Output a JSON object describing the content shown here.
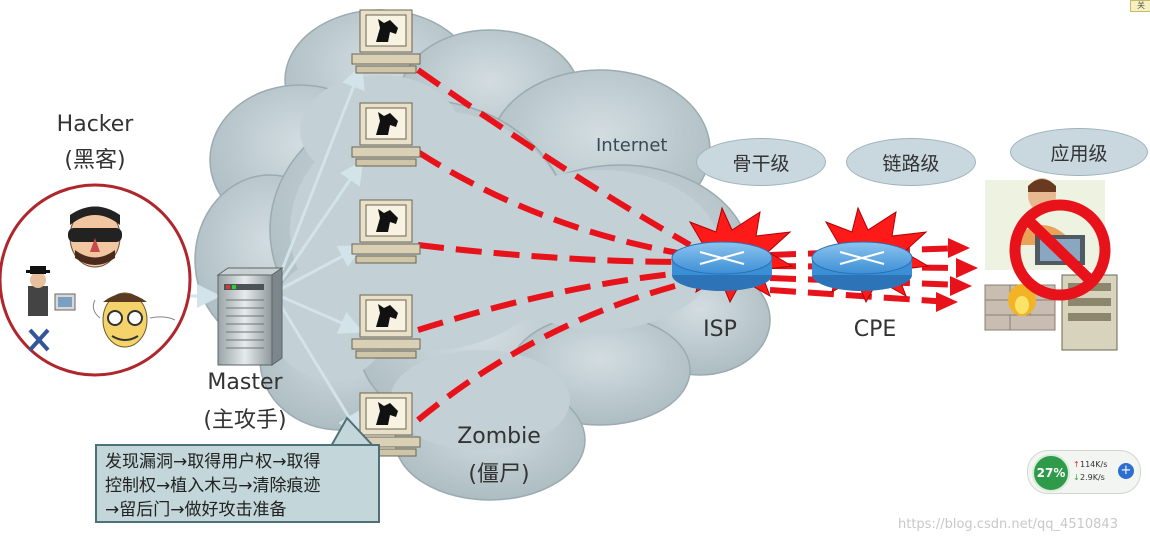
{
  "hacker": {
    "label": "Hacker",
    "sublabel": "(黑客)"
  },
  "master": {
    "label": "Master",
    "sublabel": "(主攻手)"
  },
  "zombie": {
    "label": "Zombie",
    "sublabel": "(僵尸)"
  },
  "internet": {
    "label": "Internet"
  },
  "isp": {
    "label": "ISP",
    "tag": "骨干级"
  },
  "cpe": {
    "label": "CPE",
    "tag": "链路级"
  },
  "target": {
    "tag": "应用级"
  },
  "callout": {
    "lines": [
      "发现漏洞→取得用户权→取得",
      "控制权→植入木马→清除痕迹",
      "→留后门→做好攻击准备"
    ]
  },
  "net_widget": {
    "percent": "27%",
    "upload": "114K/s",
    "download": "2.9K/s",
    "plus": "+"
  },
  "watermark": "https://blog.csdn.net/qq_4510843 ",
  "corner": "关",
  "colors": {
    "attack": "#e8121a",
    "cloud": "#bfcbd0",
    "burst": "#ff1a1a",
    "router": "#3b8fd6"
  }
}
